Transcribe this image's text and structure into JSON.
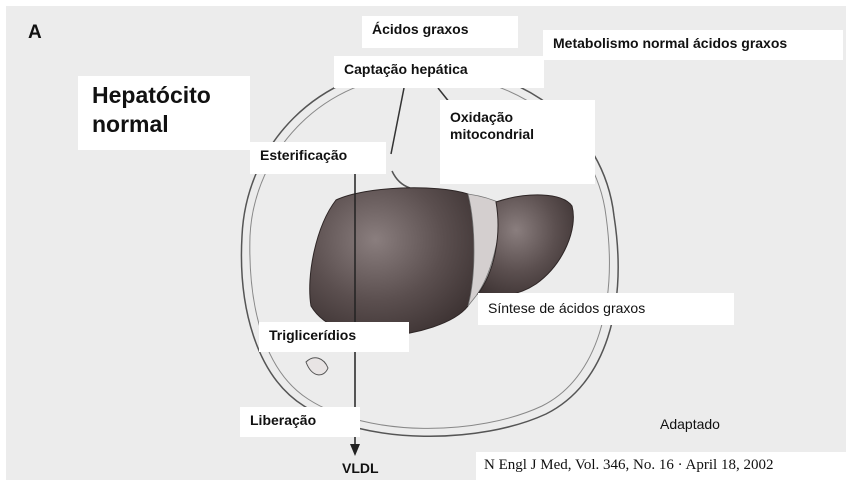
{
  "panel_letter": "A",
  "hepatocyte_title": "Hepatócito normal",
  "labels": {
    "fatty_acids": "Ácidos graxos",
    "normal_metabolism": "Metabolismo normal ácidos graxos",
    "hepatic_uptake": "Captação hepática",
    "mitochondrial_oxidation": "Oxidação mitocondrial",
    "esterification": "Esterificação",
    "fatty_acid_synthesis": "Síntese de ácidos graxos",
    "triglycerides": "Triglicerídios",
    "release": "Liberação",
    "adapted": "Adaptado",
    "vldl": "VLDL"
  },
  "citation": "N Engl J Med, Vol. 346, No. 16 · April 18, 2002",
  "colors": {
    "background": "#ececec",
    "liver": "#5b4f4f",
    "liver_highlight": "#8a7e7e",
    "outline": "#444444",
    "label_box": "#ffffff"
  }
}
